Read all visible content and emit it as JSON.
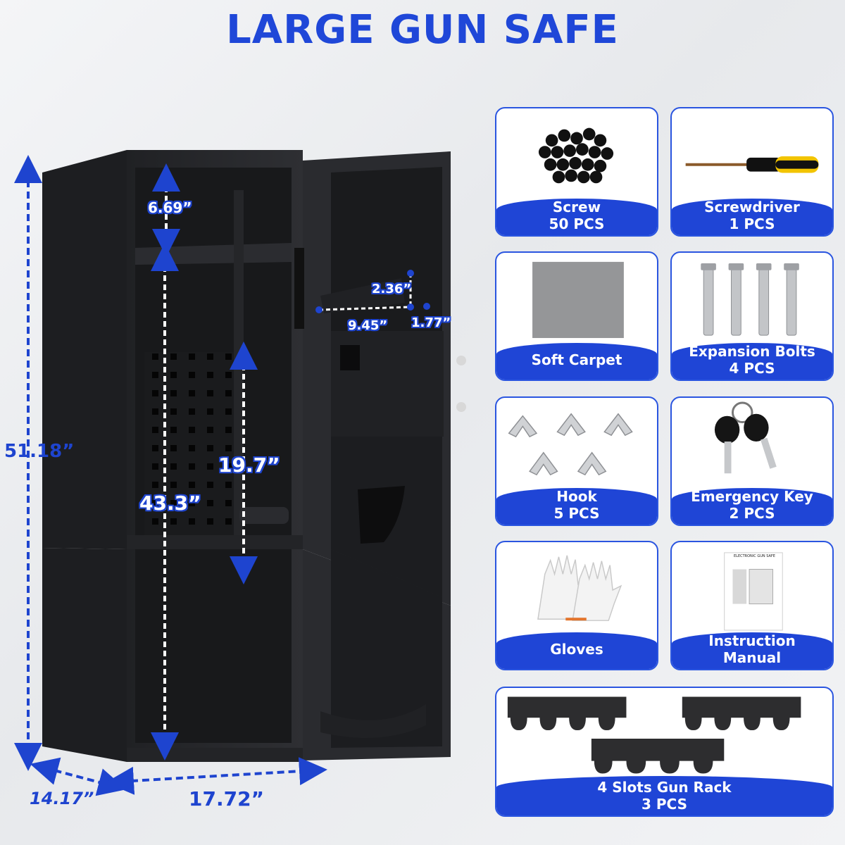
{
  "title": "LARGE GUN SAFE",
  "colors": {
    "accent": "#1f45d6",
    "title": "#1f47d8",
    "safe_body": "#2a2b2e",
    "card_border": "#2a55e0"
  },
  "dimensions": {
    "height": "51.18”",
    "depth": "14.17”",
    "width": "17.72”",
    "top_compartment": "6.69”",
    "main_compartment": "43.3”",
    "pegboard": "19.7”",
    "door_slot_height": "2.36”",
    "door_slot_width": "9.45”",
    "door_slot_depth": "1.77”"
  },
  "accessories": [
    {
      "name": "Screw",
      "qty": "50 PCS",
      "icon": "screw-icon"
    },
    {
      "name": "Screwdriver",
      "qty": "1 PCS",
      "icon": "screwdriver-icon"
    },
    {
      "name": "Soft Carpet",
      "qty": "",
      "icon": "carpet-icon"
    },
    {
      "name": "Expansion Bolts",
      "qty": "4 PCS",
      "icon": "bolt-icon"
    },
    {
      "name": "Hook",
      "qty": "5 PCS",
      "icon": "hook-icon"
    },
    {
      "name": "Emergency Key",
      "qty": "2 PCS",
      "icon": "key-icon"
    },
    {
      "name": "Gloves",
      "qty": "",
      "icon": "gloves-icon"
    },
    {
      "name": "Instruction",
      "qty": "Manual",
      "icon": "manual-icon"
    },
    {
      "name": "4 Slots Gun Rack",
      "qty": "3 PCS",
      "icon": "gun-rack-icon"
    }
  ],
  "manual_cover_text": "ELECTRONIC GUN SAFE"
}
